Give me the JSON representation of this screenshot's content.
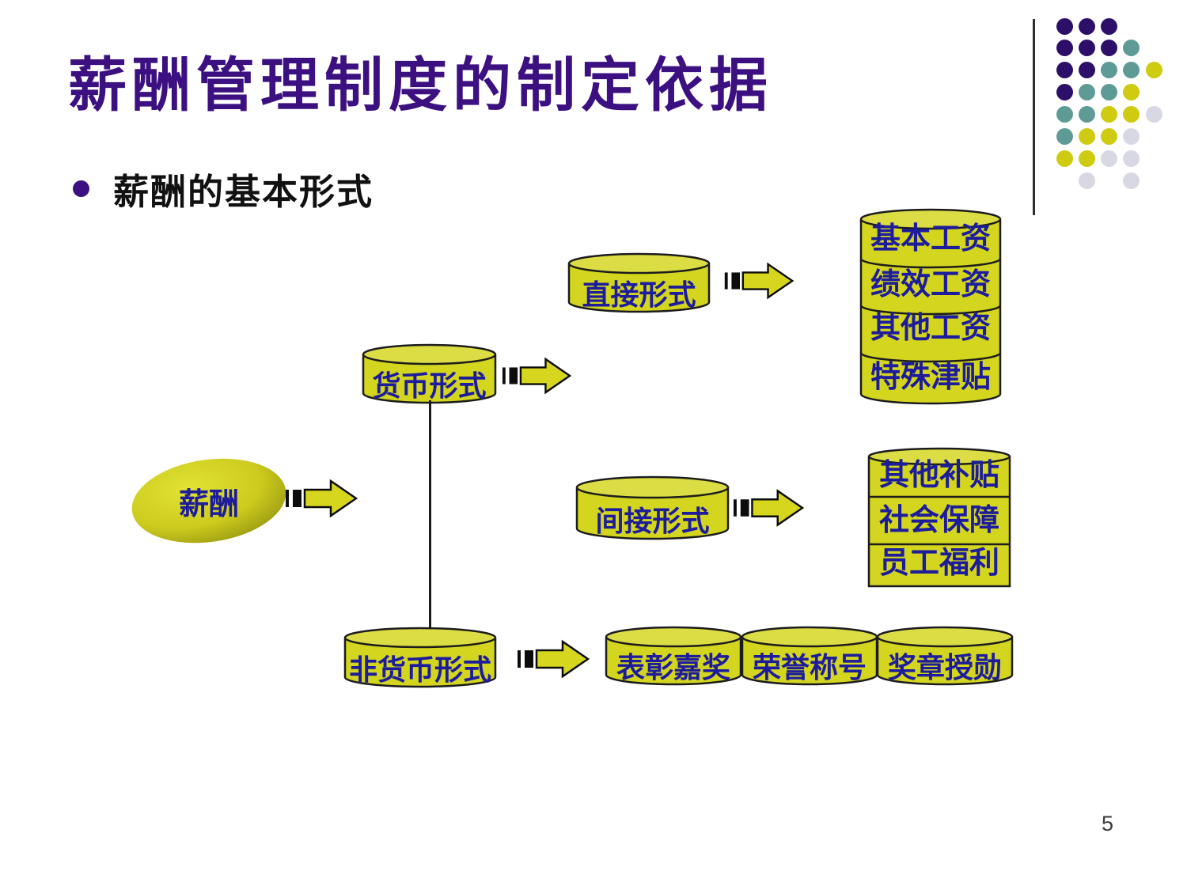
{
  "title": "薪酬管理制度的制定依据",
  "bullet": {
    "text": "薪酬的基本形式"
  },
  "page": {
    "number": "5"
  },
  "diagram": {
    "root": {
      "label": "薪酬"
    },
    "money": {
      "label": "货币形式"
    },
    "nonmoney": {
      "label": "非货币形式"
    },
    "direct": {
      "label": "直接形式"
    },
    "indirect": {
      "label": "间接形式"
    },
    "direct_items": [
      "基本工资",
      "绩效工资",
      "其他工资",
      "特殊津贴"
    ],
    "indirect_items": [
      "其他补贴",
      "社会保障",
      "员工福利"
    ],
    "nonmoney_items": [
      "表彰嘉奖",
      "荣誉称号",
      "奖章授勋"
    ]
  },
  "colors": {
    "title_purple": "#3c1080",
    "label_blue": "#1c1c9c",
    "shape_yellow": "#d3d51f",
    "shape_yellow_light": "#dcdd44",
    "shape_outline": "#1c1c1c",
    "root_gradient_light": "#e2e334",
    "root_gradient_dark": "#8b8a0e",
    "arrow_yellow": "#d6d61e"
  },
  "decor": {
    "dot_rows": [
      "PPP..",
      "PPPT.",
      "PPTTY",
      "PTTY.",
      "TTYYL",
      "TYYL.",
      "YYLL.",
      ".L.L."
    ],
    "palette": {
      "P": "#2d0f69",
      "T": "#5f9b96",
      "Y": "#cfcb10",
      "L": "#d8d8e4"
    }
  }
}
